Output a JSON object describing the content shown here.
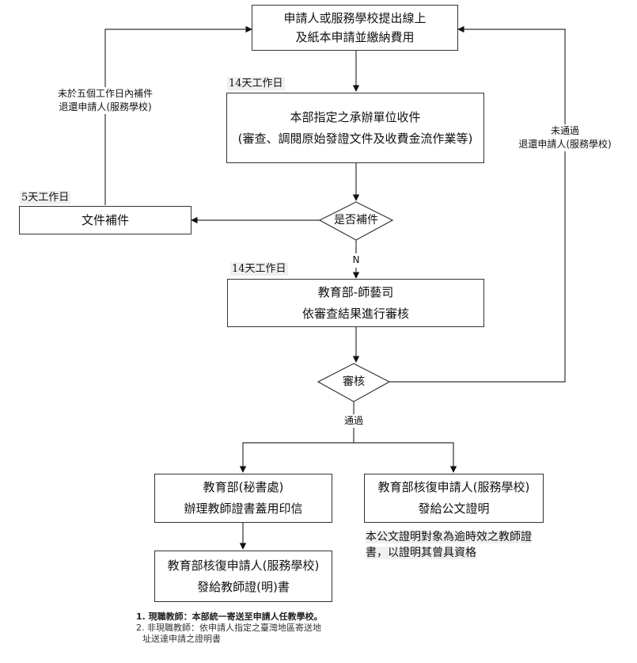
{
  "nodes": {
    "submit": {
      "line1": "申請人或服務學校提出線上",
      "line2": "及紙本申請並繳納費用"
    },
    "review_unit": {
      "line1": "本部指定之承辦單位收件",
      "line2": "(審查、調閱原始發證文件及收費金流作業等)"
    },
    "supplement_decision": {
      "label": "是否補件"
    },
    "supplement_docs": {
      "label": "文件補件"
    },
    "ministry_review": {
      "line1": "教育部-師藝司",
      "line2": "依審查結果進行審核"
    },
    "audit_decision": {
      "label": "審核"
    },
    "secretariat": {
      "line1": "教育部(秘書處)",
      "line2": "辦理教師證書蓋用印信"
    },
    "official_letter": {
      "line1": "教育部核復申請人(服務學校)",
      "line2": "發給公文證明"
    },
    "certificate": {
      "line1": "教育部核復申請人(服務學校)",
      "line2": "發給教師證(明)書"
    }
  },
  "timing_tags": {
    "review_unit": "14天工作日",
    "supplement": "5天工作日",
    "ministry_review": "14天工作日"
  },
  "edge_labels": {
    "return_left_line1": "未於五個工作日內補件",
    "return_left_line2": "退還申請人(服務學校)",
    "return_right_line1": "未通過",
    "return_right_line2": "退還申請人(服務學校)",
    "no_supplement": "N",
    "passed": "通過"
  },
  "notes": {
    "official_letter_note_line1": "本公文證明對象為逾時效之教師證",
    "official_letter_note_line2": "書，以證明其曾具資格"
  },
  "footnotes": {
    "item1": "1. 現職教師：本部統一寄送至申請人任教學校。",
    "item2_line1": "2. 非現職教師：依申請人指定之臺灣地區寄送地",
    "item2_line2": "址送達申請之證明書"
  },
  "colors": {
    "line": "#333333",
    "tag_background": "#f0f0f0"
  }
}
